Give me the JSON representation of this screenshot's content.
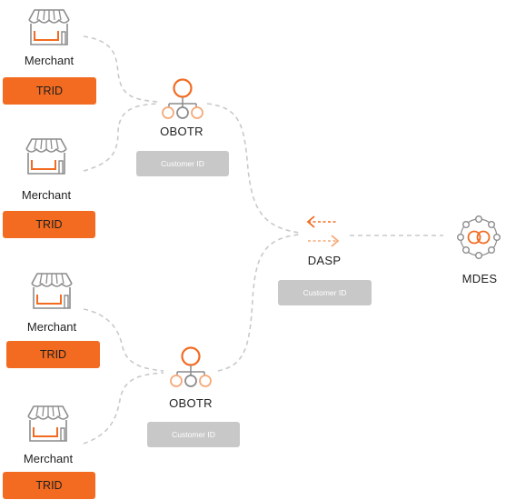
{
  "colors": {
    "accent": "#f26b21",
    "accent_light": "#f6a877",
    "neutral_box": "#c8c8c8",
    "icon_gray": "#8c8c8c",
    "connector": "#c9c9c9"
  },
  "merchants": [
    {
      "label": "Merchant",
      "badge": "TRID"
    },
    {
      "label": "Merchant",
      "badge": "TRID"
    },
    {
      "label": "Merchant",
      "badge": "TRID"
    },
    {
      "label": "Merchant",
      "badge": "TRID"
    }
  ],
  "obotrs": [
    {
      "label": "OBOTR",
      "badge": "Customer ID"
    },
    {
      "label": "OBOTR",
      "badge": "Customer ID"
    }
  ],
  "dasp": {
    "label": "DASP",
    "badge": "Customer ID"
  },
  "mdes": {
    "label": "MDES"
  }
}
